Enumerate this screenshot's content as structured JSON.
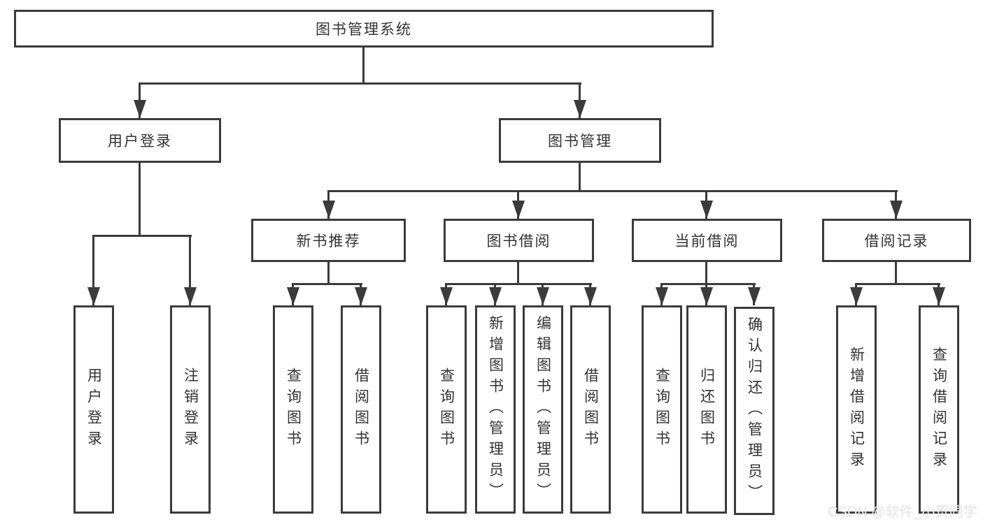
{
  "diagram": {
    "title": "图书管理系统",
    "root": {
      "label": "图书管理系统"
    },
    "level2": [
      {
        "label": "用户登录"
      },
      {
        "label": "图书管理"
      }
    ],
    "level3": [
      {
        "label": "新书推荐"
      },
      {
        "label": "图书借阅"
      },
      {
        "label": "当前借阅"
      },
      {
        "label": "借阅记录"
      }
    ],
    "level4_groups": [
      {
        "parent": "用户登录",
        "items": [
          "用户登录",
          "注销登录"
        ]
      },
      {
        "parent": "新书推荐",
        "items": [
          "查询图书",
          "借阅图书"
        ]
      },
      {
        "parent": "图书借阅",
        "items": [
          "查询图书",
          "新增图书（管理员）",
          "编辑图书（管理员）",
          "借阅图书"
        ]
      },
      {
        "parent": "当前借阅",
        "items": [
          "查询图书",
          "归还图书",
          "确认归还（管理员）"
        ]
      },
      {
        "parent": "借阅记录",
        "items": [
          "新增借阅记录",
          "查询借阅记录"
        ]
      }
    ]
  },
  "watermark": "CSDN @软件_小贺同学",
  "colors": {
    "line": "#3b3b3b",
    "border": "#3b3b3b",
    "text": "#333333",
    "background": "#ffffff",
    "watermark": "#ececec"
  }
}
